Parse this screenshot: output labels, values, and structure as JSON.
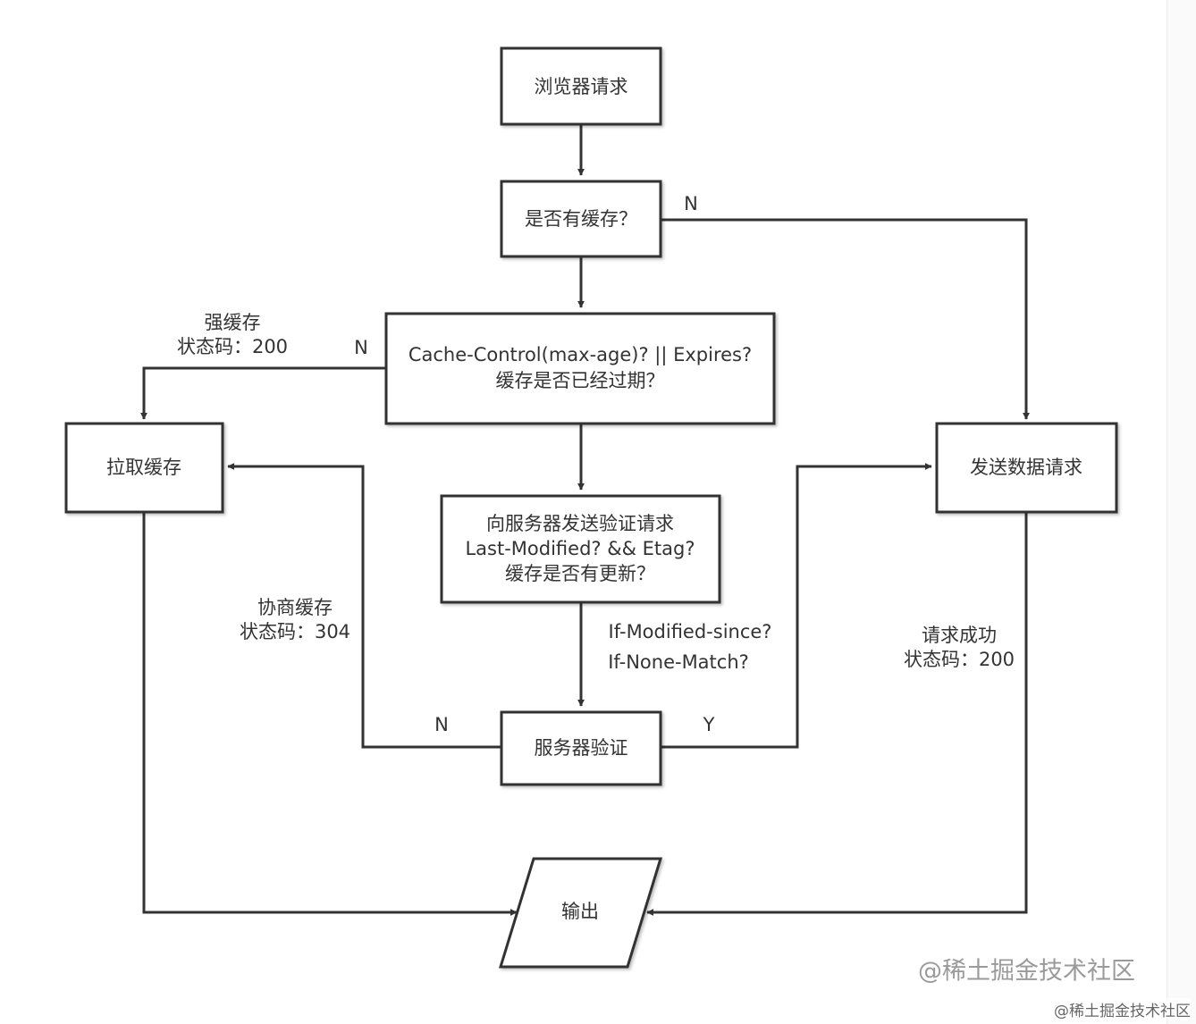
{
  "nodes": {
    "browser_request": "浏览器请求",
    "has_cache": "是否有缓存？",
    "cache_control_line1": "Cache-Control(max-age)? || Expires?",
    "cache_control_line2": "缓存是否已经过期？",
    "pull_cache": "拉取缓存",
    "send_request": "发送数据请求",
    "validate_line1": "向服务器发送验证请求",
    "validate_line2": "Last-Modified? && Etag?",
    "validate_line3": "缓存是否有更新？",
    "server_validate": "服务器验证",
    "output": "输出"
  },
  "edge_labels": {
    "no_cache": "N",
    "not_expired": "N",
    "strong_cache_line1": "强缓存",
    "strong_cache_line2": "状态码：200",
    "negotiate_line1": "协商缓存",
    "negotiate_line2": "状态码：304",
    "if_modified_since": "If-Modified-since?",
    "if_none_match": "If-None-Match?",
    "server_no": "N",
    "server_yes": "Y",
    "success_line1": "请求成功",
    "success_line2": "状态码：200"
  },
  "watermark": {
    "main": "@稀土掘金技术社区",
    "corner": "@稀土掘金技术社区"
  }
}
